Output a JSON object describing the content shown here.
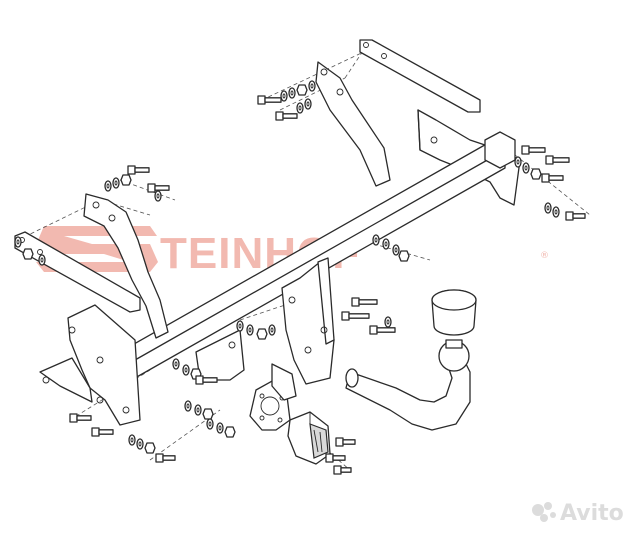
{
  "logo": {
    "text": "TEINHOF",
    "registered": "®",
    "color": "#f2b9b0"
  },
  "watermark": {
    "text": "Avito",
    "color": "#dcdcdc"
  },
  "drawing": {
    "parts": [
      "crossbar",
      "left-bracket",
      "right-bracket",
      "tow-ball",
      "ball-cover",
      "socket-plate",
      "electric-socket",
      "bolts",
      "washers",
      "nuts",
      "mounting-plates"
    ]
  }
}
